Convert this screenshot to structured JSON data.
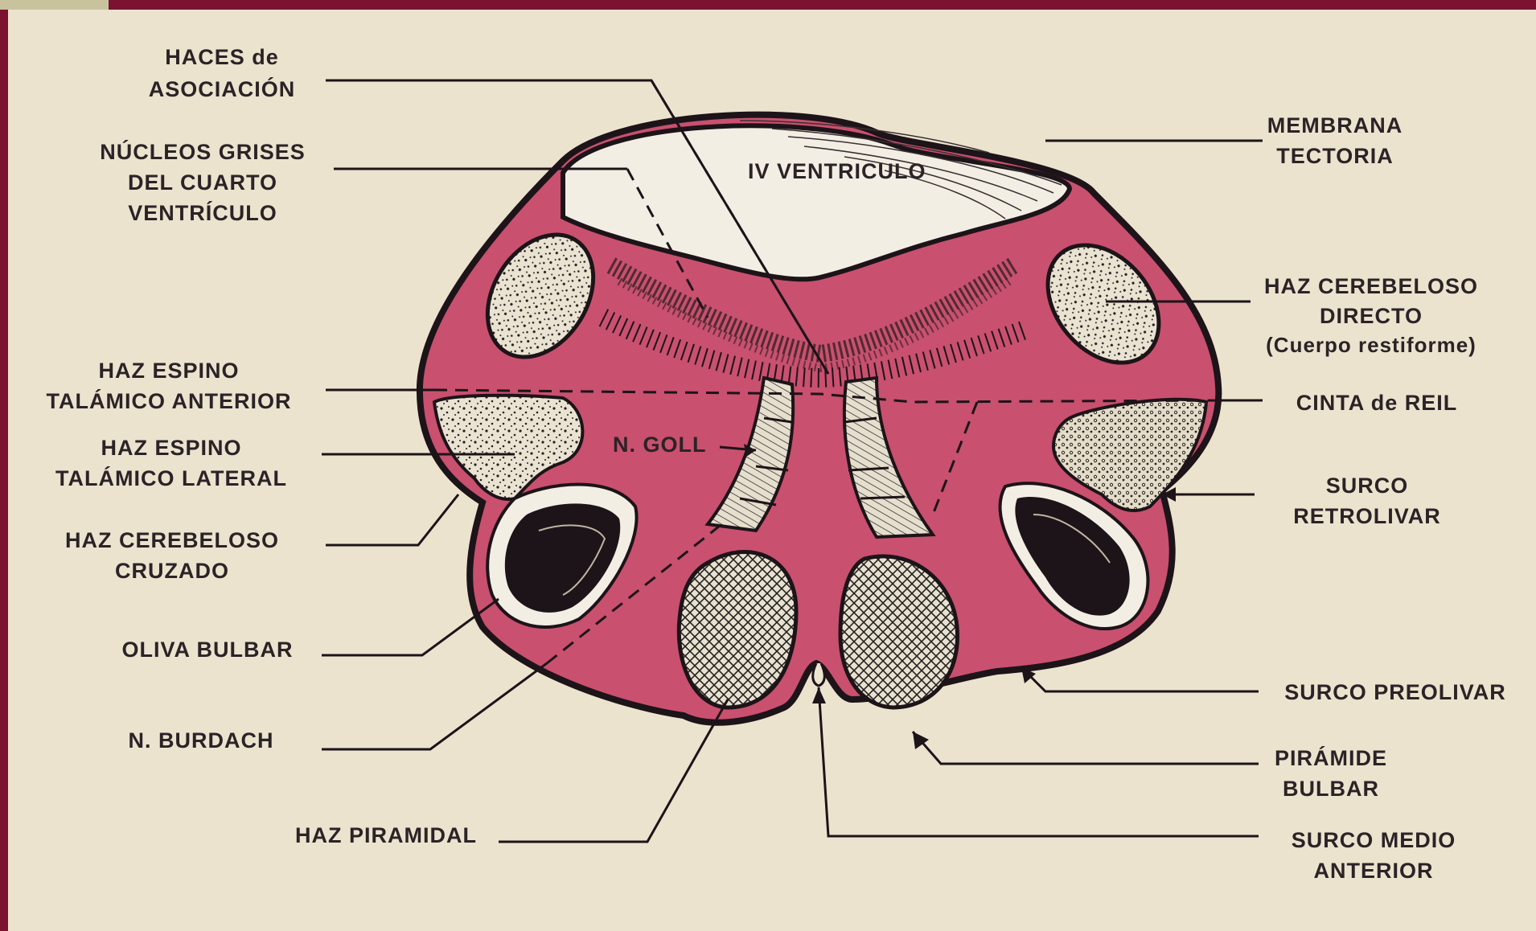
{
  "figure": {
    "inner_labels": {
      "ventricle": "IV VENTRICULO",
      "goll": "N. GOLL"
    },
    "labels_left": {
      "haces_asociacion": [
        "HACES de",
        "ASOCIACIÓN"
      ],
      "nucleos_grises": [
        "NÚCLEOS GRISES",
        "DEL CUARTO",
        "VENTRÍCULO"
      ],
      "espino_anterior": [
        "HAZ ESPINO",
        "TALÁMICO ANTERIOR"
      ],
      "espino_lateral": [
        "HAZ ESPINO",
        "TALÁMICO LATERAL"
      ],
      "cerebeloso_cruzado": [
        "HAZ CEREBELOSO",
        "CRUZADO"
      ],
      "oliva_bulbar": [
        "OLIVA BULBAR"
      ],
      "burdach": [
        "N. BURDACH"
      ],
      "haz_piramidal": [
        "HAZ PIRAMIDAL"
      ]
    },
    "labels_right": {
      "membrana_tectoria": [
        "MEMBRANA",
        "TECTORIA"
      ],
      "cerebeloso_directo": [
        "HAZ CEREBELOSO",
        "DIRECTO",
        "(Cuerpo restiforme)"
      ],
      "cinta_reil": [
        "CINTA de REIL"
      ],
      "surco_retrolivar": [
        "SURCO",
        "RETROLIVAR"
      ],
      "surco_preolivar": [
        "SURCO PREOLIVAR"
      ],
      "piramide_bulbar": [
        "PIRÁMIDE",
        "BULBAR"
      ],
      "surco_medio": [
        "SURCO MEDIO",
        "ANTERIOR"
      ]
    },
    "colors": {
      "frame": "#7a1230",
      "paper": "#ece3cf",
      "tissue": "#c9506f",
      "outline": "#1c1418"
    }
  }
}
